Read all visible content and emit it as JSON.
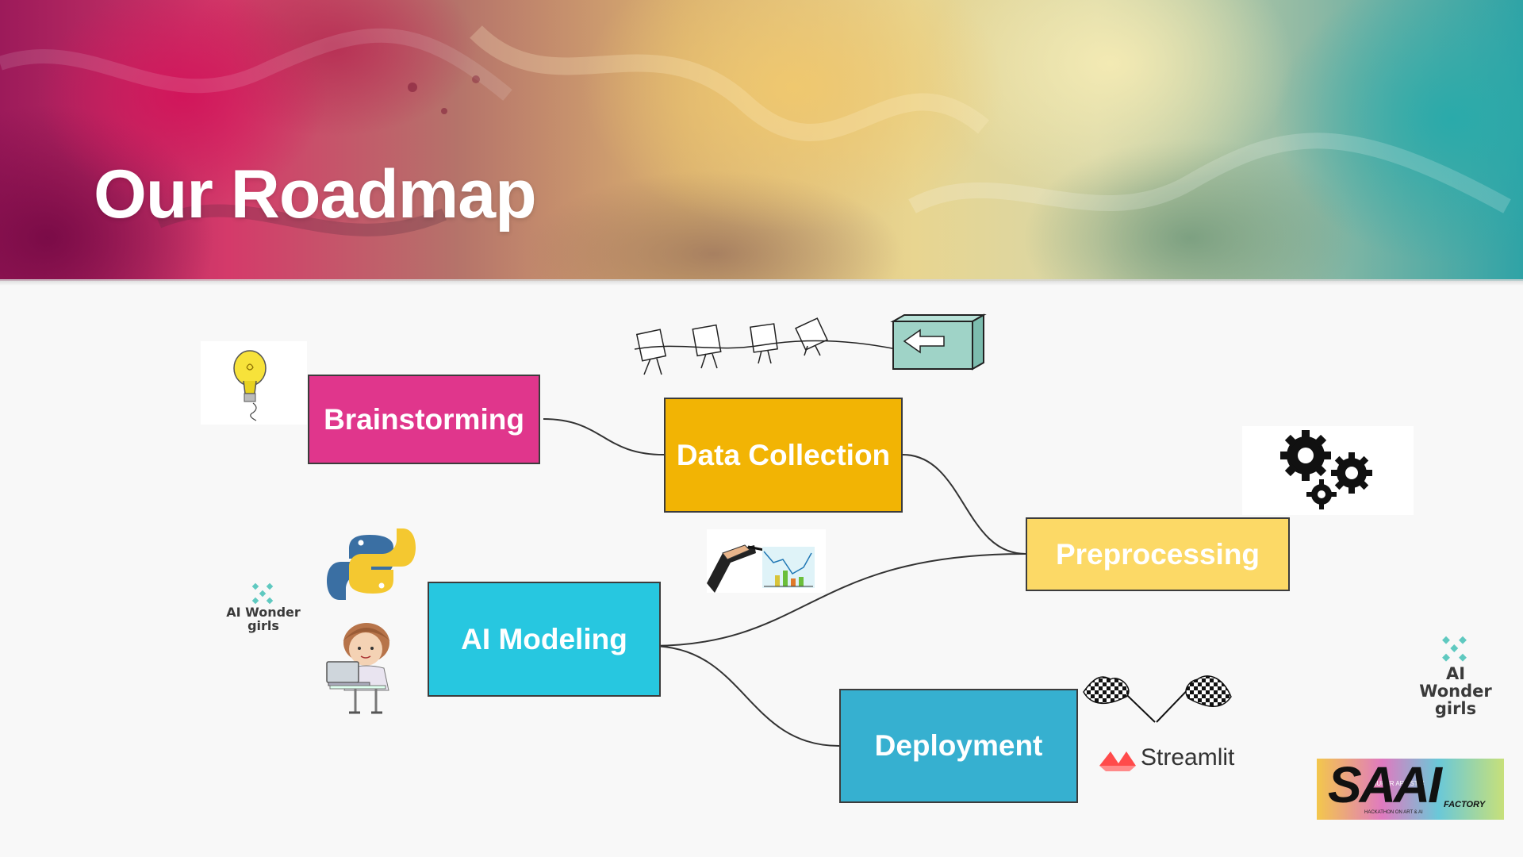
{
  "slide": {
    "title": "Our Roadmap",
    "banner_colors": [
      "#9c1a5a",
      "#d43a6a",
      "#e8d590",
      "#2fa3a6"
    ]
  },
  "nodes": [
    {
      "id": "brainstorming",
      "label": "Brainstorming",
      "color": "#e0368c"
    },
    {
      "id": "data-collection",
      "label": "Data Collection",
      "color": "#f2b404"
    },
    {
      "id": "preprocessing",
      "label": "Preprocessing",
      "color": "#fcd966"
    },
    {
      "id": "ai-modeling",
      "label": "AI Modeling",
      "color": "#27c7e0"
    },
    {
      "id": "deployment",
      "label": "Deployment",
      "color": "#36b0d0"
    }
  ],
  "edges": [
    {
      "from": "brainstorming",
      "to": "data-collection"
    },
    {
      "from": "data-collection",
      "to": "preprocessing"
    },
    {
      "from": "preprocessing",
      "to": "ai-modeling"
    },
    {
      "from": "ai-modeling",
      "to": "deployment"
    }
  ],
  "icons": {
    "lightbulb": "lightbulb-icon",
    "gears": "gears-icon",
    "python": "python-logo-icon",
    "person": "woman-at-laptop-icon",
    "chart": "drawing-chart-icon",
    "flags": "checkered-flags-icon",
    "data_people": "data-boxes-pulling-icon",
    "streamlit": "streamlit-logo-icon"
  },
  "logos": {
    "ai_wonder_girls_line1": "AI Wonder",
    "ai_wonder_girls_line2": "girls",
    "streamlit_text": "Streamlit",
    "saai_text": "SAAI",
    "saai_factory": "FACTORY",
    "saai_subtitle": "HACKATHON ON ART & AI",
    "saai_top": "SUPER ARTISTIC"
  }
}
